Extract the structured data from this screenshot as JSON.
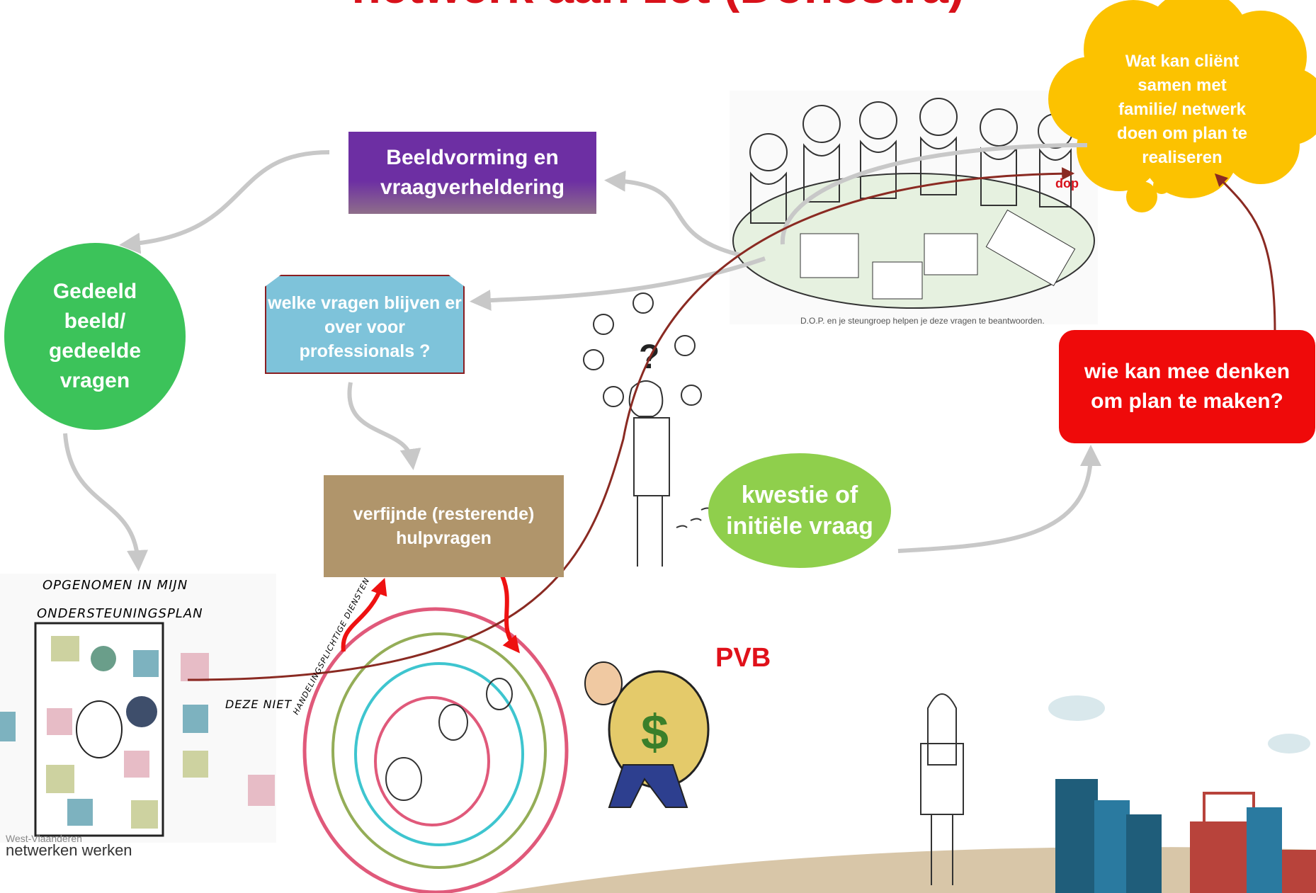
{
  "title": "netwerk aan zet (Donestra)",
  "nodes": {
    "gedeeld": "Gedeeld beeld/ gedeelde vragen",
    "beeldvorming": "Beeldvorming en vraagverheldering",
    "welke_vragen": "welke vragen blijven er over voor professionals ?",
    "verfijnde": "verfijnde (resterende) hulpvragen",
    "kwestie": "kwestie of initiële vraag",
    "wie_kan": "wie kan mee denken om plan te maken?",
    "wat_kan": "Wat kan cliënt samen met familie/ netwerk doen om plan te realiseren"
  },
  "pvb_label": "PVB",
  "sketch": {
    "plan_line1": "OPGENOMEN IN MIJN",
    "plan_line2": "ONDERSTEUNINGSPLAN",
    "deze_niet": "DEZE NIET",
    "photo_caption": "D.O.P. en je steungroep helpen je deze vragen te beantwoorden.",
    "dop": "dop",
    "circle_text": "HANDELINGSPLICHTIGE DIENSTEN"
  },
  "logo": {
    "small": "West-Vlaanderen",
    "main": "netwerken werken"
  },
  "colors": {
    "title": "#d8111a",
    "green": "#3cc35a",
    "purple": "#6d2fa3",
    "blue": "#7ec3da",
    "brown": "#b0956b",
    "lime": "#8fcf4c",
    "red": "#ef0a0a",
    "yellow": "#fcc200",
    "arrow_grey": "#c8c8c8",
    "arrow_darkred": "#8a2a22"
  }
}
